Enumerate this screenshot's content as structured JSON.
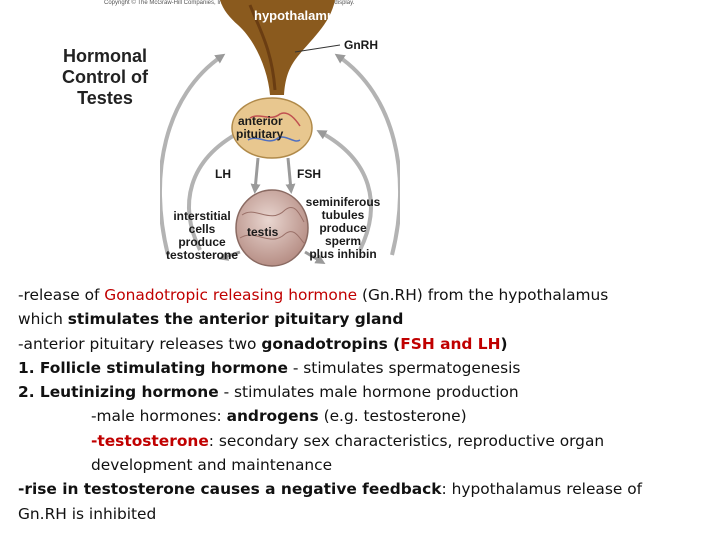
{
  "copyright": "Copyright © The McGraw-Hill Companies, Inc. Permission required for reproduction or display.",
  "title": {
    "line1": "Hormonal",
    "line2": "Control of",
    "line3": "Testes"
  },
  "labels": {
    "hypothalamus": "hypothalamus",
    "gnrh": "GnRH",
    "anterior": "anterior",
    "pituitary": "pituitary",
    "lh": "LH",
    "fsh": "FSH",
    "interstitial": [
      "interstitial",
      "cells",
      "produce",
      "testosterone"
    ],
    "testis": "testis",
    "seminiferous": [
      "seminiferous",
      "tubules",
      "produce",
      "sperm",
      "plus inhibin"
    ]
  },
  "text": {
    "l1_a": "-release of ",
    "l1_b": "Gonadotropic releasing hormone",
    "l1_c": " (Gn.RH) from the hypothalamus",
    "l2_a": " which ",
    "l2_b": "stimulates the anterior pituitary gland",
    "l3_a": "-anterior pituitary releases two ",
    "l3_b": "gonadotropins",
    "l3_c": " (",
    "l3_d": "FSH and LH",
    "l3_e": ")",
    "l4_a": "1. Follicle stimulating hormone",
    "l4_b": " - stimulates spermatogenesis",
    "l5_a": "2. Leutinizing hormone",
    "l5_b": " - stimulates male hormone production",
    "l6_a": "-male hormones: ",
    "l6_b": "androgens",
    "l6_c": " (e.g. testosterone)",
    "l7_a": "-testosterone",
    "l7_b": ": secondary sex characteristics, reproductive organ",
    "l8": "development and maintenance",
    "l9_a": "-rise in testosterone causes a negative feedback",
    "l9_b": ": hypothalamus release of",
    "l10": "Gn.RH is inhibited"
  },
  "colors": {
    "highlight": "#c00000",
    "arrow": "#aaaaaa",
    "hypothalamus": "#8a5a1e"
  }
}
